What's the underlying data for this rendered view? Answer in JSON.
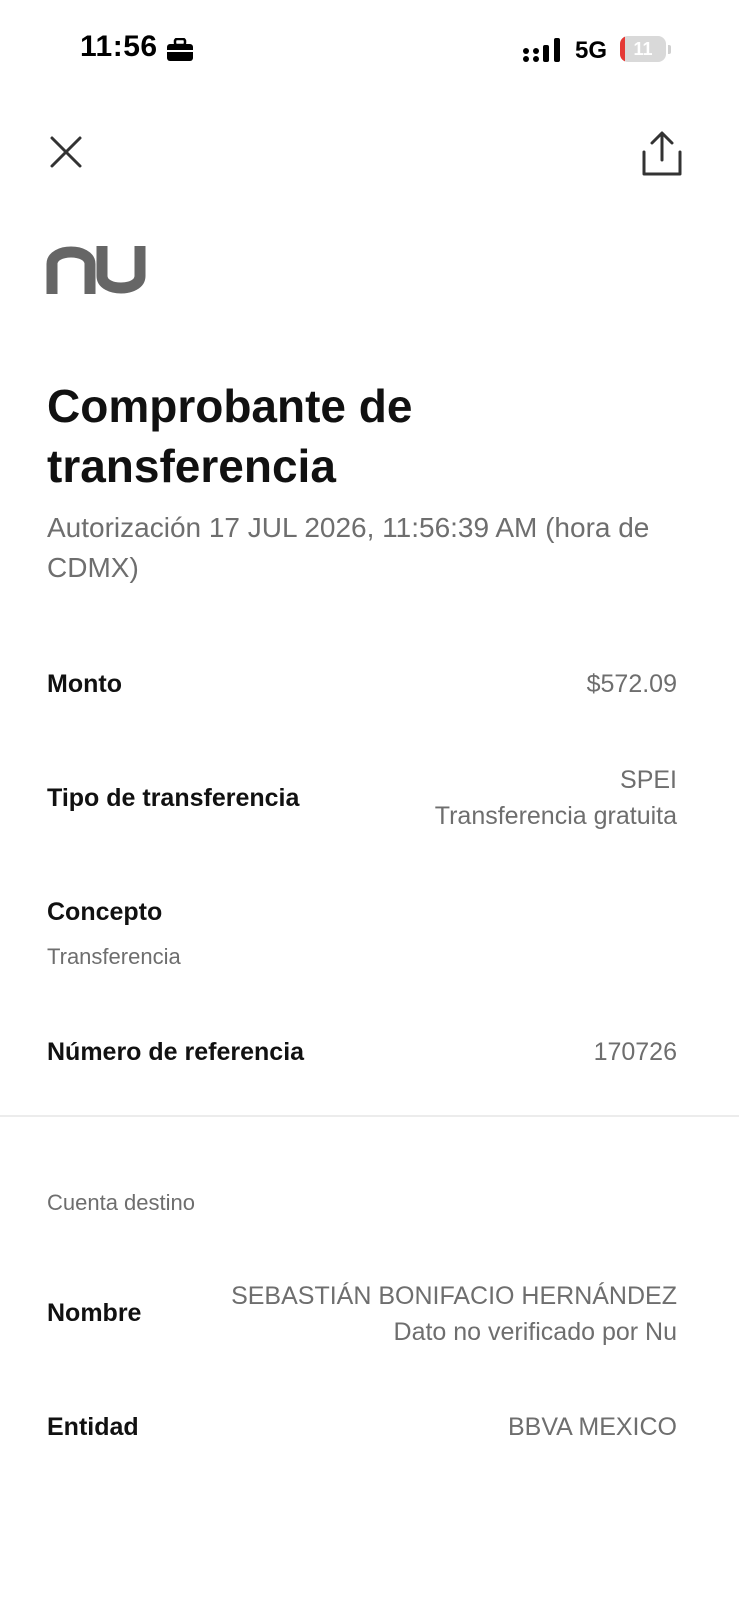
{
  "status_bar": {
    "time": "11:56",
    "network": "5G",
    "battery_level": "11",
    "battery_fraction": 0.11,
    "battery_color": "#e53935",
    "work_icon": "briefcase-icon",
    "signal_icon": "signal-bars-icon"
  },
  "top_bar": {
    "close_icon": "close-icon",
    "share_icon": "share-icon"
  },
  "brand": {
    "logo_text": "nu",
    "logo_color": "#666666"
  },
  "header": {
    "title": "Comprobante de transferencia",
    "authorization": "Autorización 17 JUL 2026, 11:56:39 AM (hora de CDMX)"
  },
  "details": {
    "amount_label": "Monto",
    "amount_value": "$572.09",
    "transfer_type_label": "Tipo de transferencia",
    "transfer_type_value": "SPEI",
    "transfer_type_note": "Transferencia gratuita",
    "concept_label": "Concepto",
    "concept_value": "Transferencia",
    "reference_label": "Número de referencia",
    "reference_value": "170726"
  },
  "destination": {
    "section_title": "Cuenta destino",
    "name_label": "Nombre",
    "name_value": "SEBASTIÁN BONIFACIO HERNÁNDEZ",
    "name_note": "Dato no verificado por Nu",
    "entity_label": "Entidad",
    "entity_value": "BBVA MEXICO"
  }
}
